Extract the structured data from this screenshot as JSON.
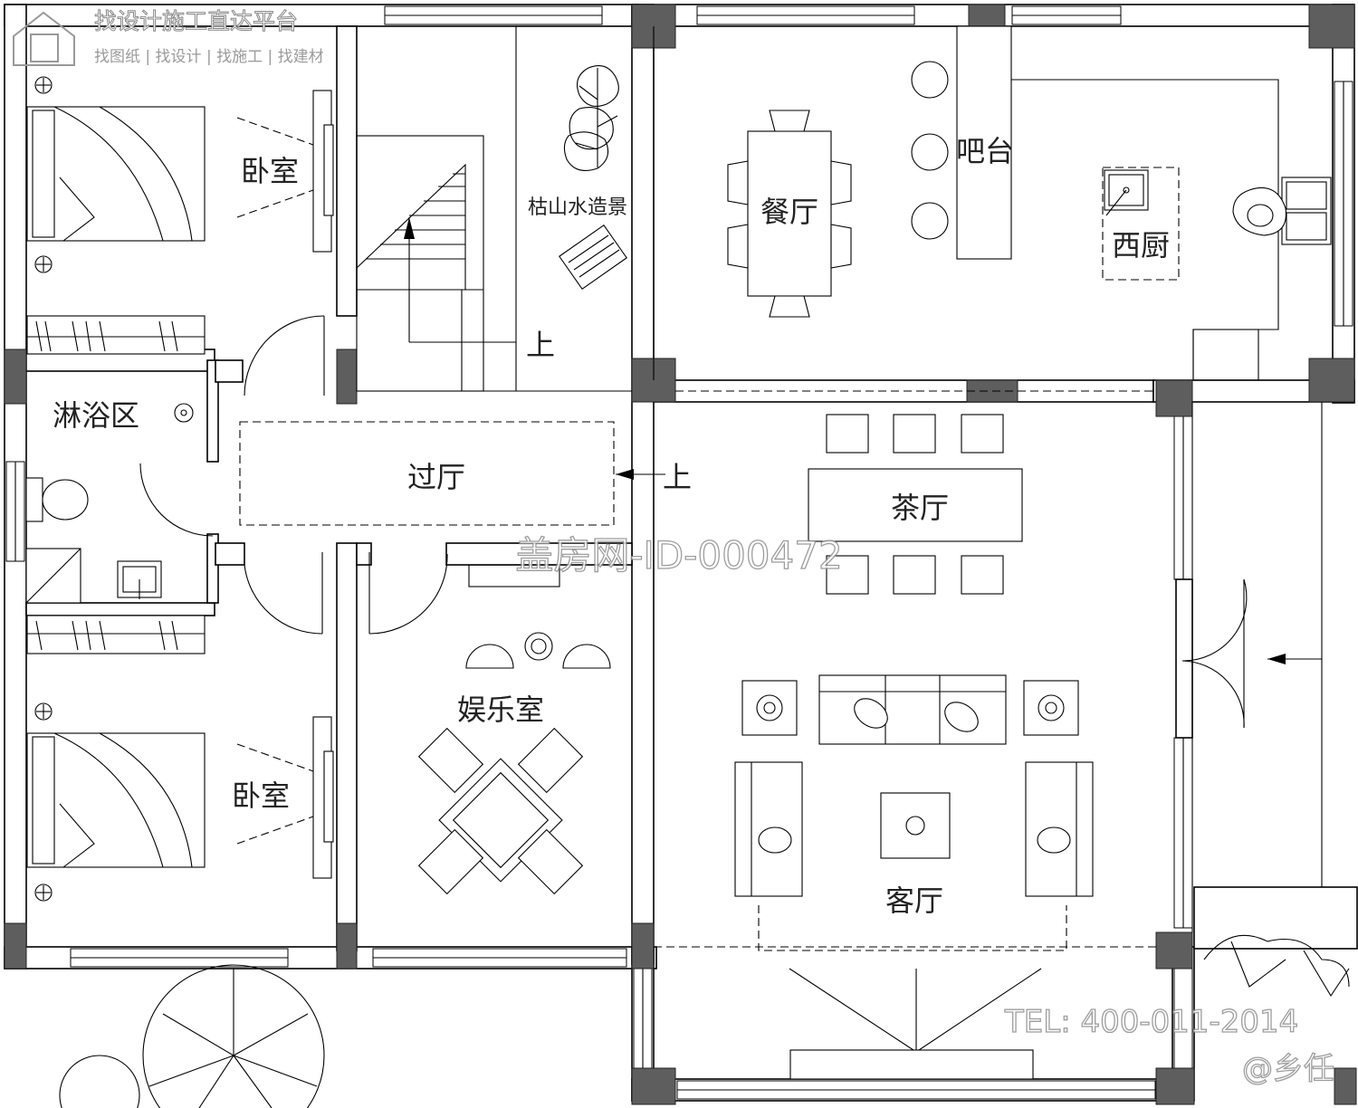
{
  "watermarks": {
    "platform_title": "找设计施工直达平台",
    "platform_tagline": "找图纸 | 找设计 | 找施工 | 找建材",
    "listing_id": "盖房网-ID-000472",
    "phone": "TEL: 400-011-2014",
    "handle": "@乡任"
  },
  "rooms": {
    "bedroom_top": "卧室",
    "bedroom_bottom": "卧室",
    "shower": "淋浴区",
    "hall": "过厅",
    "dry_garden": "枯山水造景",
    "stairs_up": "上",
    "dining": "餐厅",
    "bar": "吧台",
    "western_kitchen": "西厨",
    "tea_room": "茶厅",
    "entertainment": "娱乐室",
    "living": "客厅",
    "entry_up": "上"
  }
}
